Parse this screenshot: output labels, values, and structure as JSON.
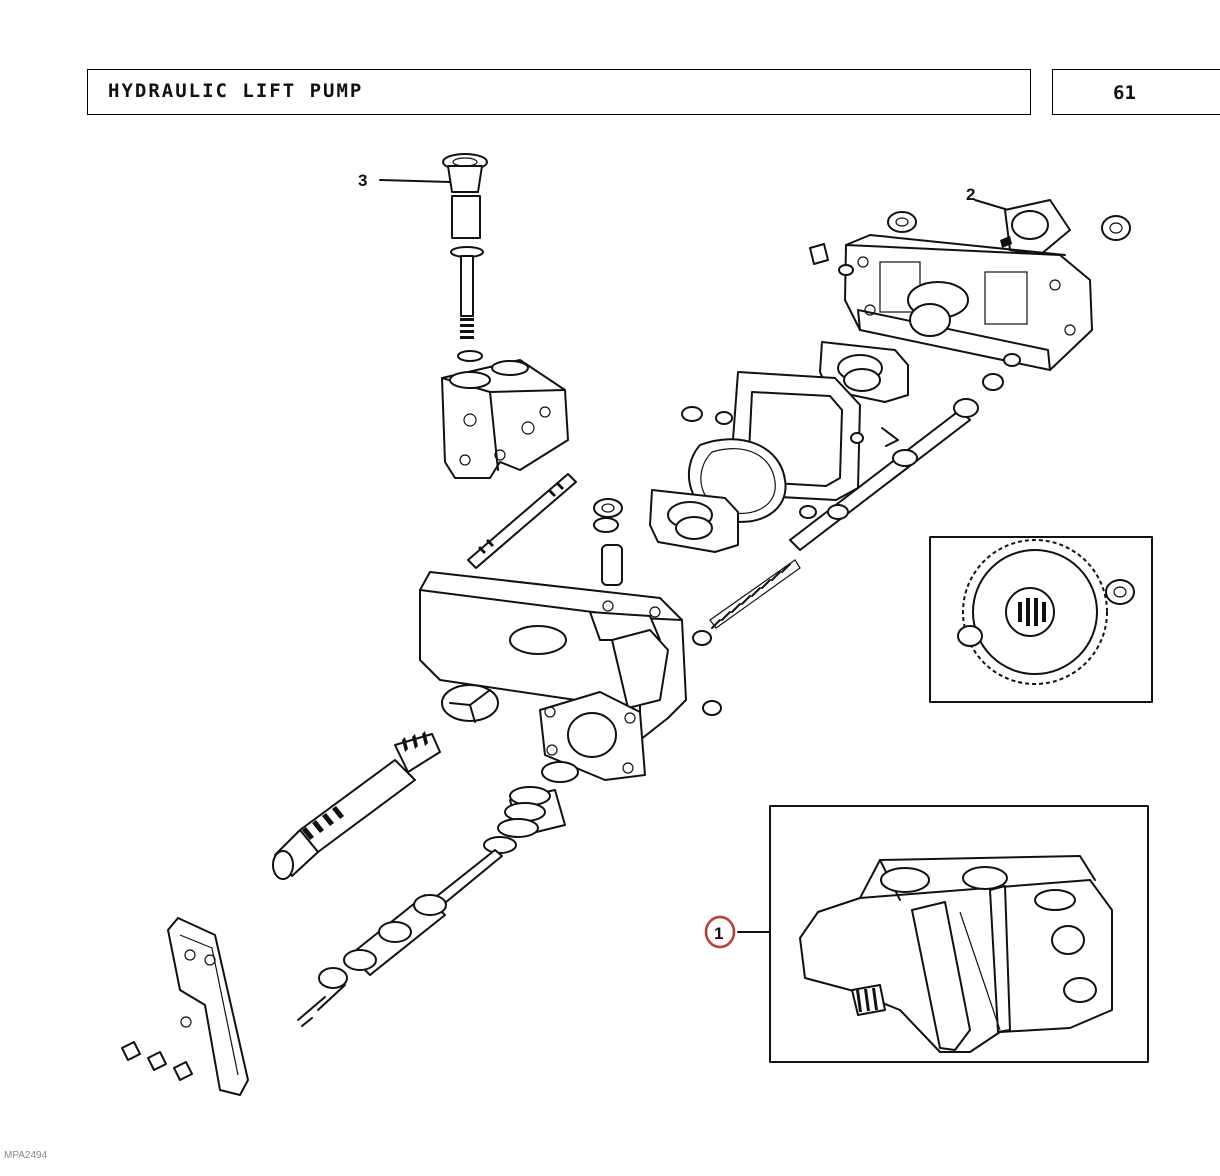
{
  "header": {
    "title": "HYDRAULIC LIFT PUMP",
    "page_number": "61"
  },
  "callouts": {
    "one": "1",
    "two": "2",
    "three": "3"
  },
  "footer": {
    "reference": "MPA2494"
  },
  "colors": {
    "line": "#111111",
    "callout_circle": "#c0392b",
    "reference_text": "#888888"
  }
}
